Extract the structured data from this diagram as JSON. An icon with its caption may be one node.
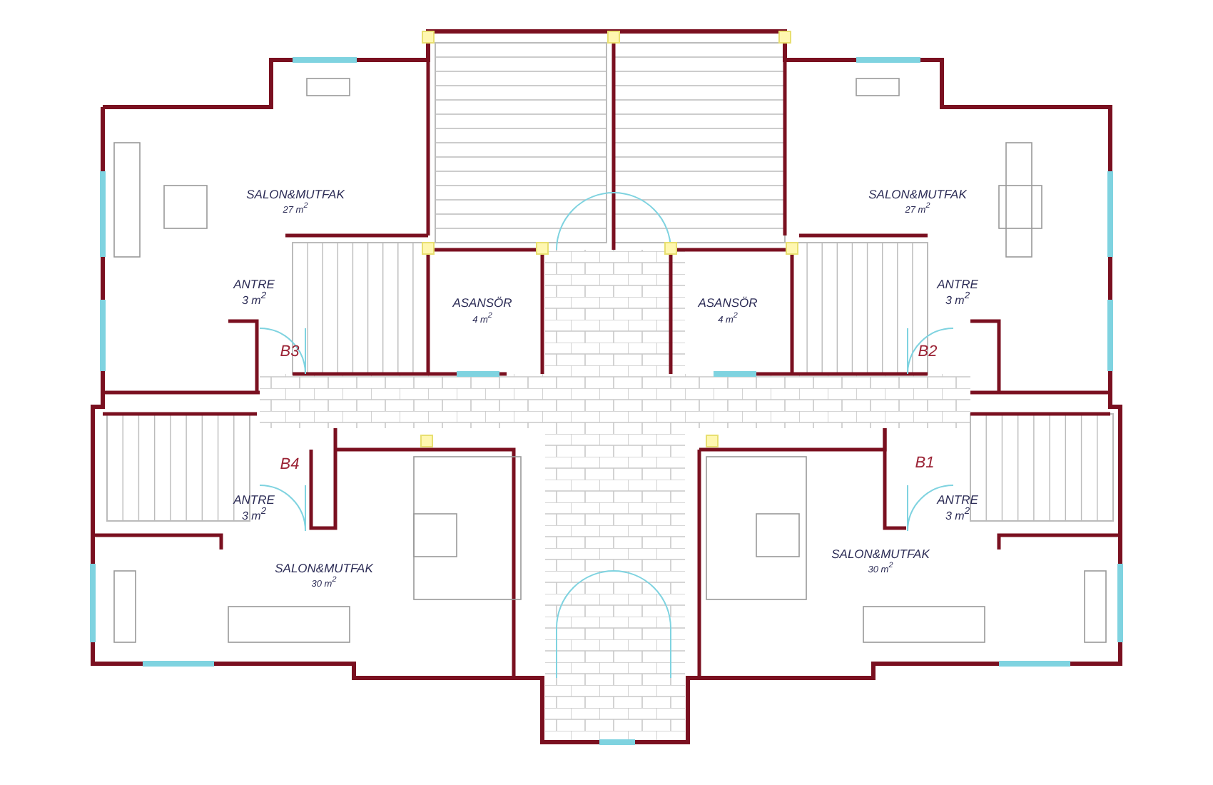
{
  "diagram": {
    "labels": [
      "SALON&MUTFAK",
      "27 m$^{2}$",
      "ANTRE",
      "3 m$^{2}$",
      "B3",
      "ASANSÖR",
      "4 m$^{2}$",
      "ASANSÖR",
      "4 m$^{2}$",
      "SALON&MUTFAK",
      "27 m$^{2}$",
      "ANTRE",
      "3 m$^{2}$",
      "B2",
      "B4",
      "ANTRE",
      "3 m$^{2}$",
      "SALON&MUTFAK",
      "30 m$^{2}$",
      "B1",
      "ANTRE",
      "3 m$^{2}$",
      "SALON&MUTFAK",
      "30 m$^{2}$"
    ]
  }
}
